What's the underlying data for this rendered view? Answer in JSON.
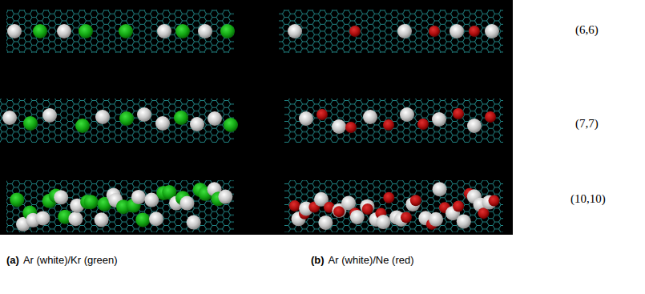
{
  "diagram": {
    "labels": [
      "(6,6)",
      "(7,7)",
      "(10,10)",
      "(a)",
      "Ar (white)/Kr (green)",
      "(b)",
      "Ar (white)/Ne (red)"
    ]
  }
}
